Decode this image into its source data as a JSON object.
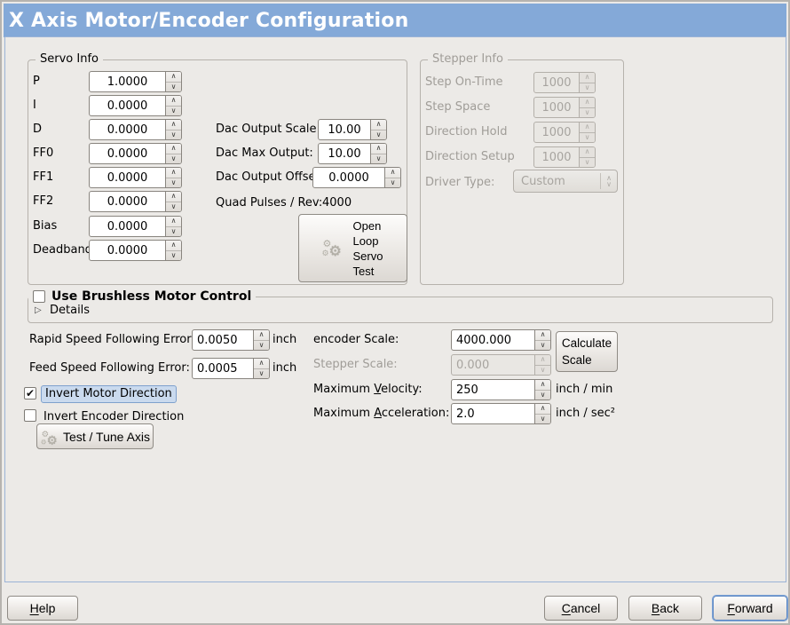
{
  "window": {
    "title": "X Axis Motor/Encoder Configuration"
  },
  "icons": {
    "gear": "⚙",
    "expander": "▷",
    "check": "✔",
    "spin_up": "∧",
    "spin_down": "∨"
  },
  "colors": {
    "titlebar": "#84a9d8",
    "background": "#eceae7",
    "focus_highlight": "#cadaee"
  },
  "servo_info": {
    "title": "Servo Info",
    "fields": [
      {
        "label": "P",
        "value": "1.0000"
      },
      {
        "label": "I",
        "value": "0.0000"
      },
      {
        "label": "D",
        "value": "0.0000"
      },
      {
        "label": "FF0",
        "value": "0.0000"
      },
      {
        "label": "FF1",
        "value": "0.0000"
      },
      {
        "label": "FF2",
        "value": "0.0000"
      },
      {
        "label": "Bias",
        "value": "0.0000"
      },
      {
        "label": "Deadband",
        "value": "0.0000"
      }
    ]
  },
  "dac": {
    "output_scale_label": "Dac Output Scale:",
    "output_scale_value": "10.00",
    "max_output_label": "Dac Max Output:",
    "max_output_value": "10.00",
    "output_offset_label": "Dac Output Offset:",
    "output_offset_value": "0.0000",
    "quad_pulses_label": "Quad Pulses / Rev:",
    "quad_pulses_value": "4000",
    "open_loop_test_label": "Open\nLoop\nServo\nTest"
  },
  "stepper_info": {
    "title": "Stepper Info",
    "fields": [
      {
        "label": "Step On-Time",
        "value": "1000"
      },
      {
        "label": "Step Space",
        "value": "1000"
      },
      {
        "label": "Direction Hold",
        "value": "1000"
      },
      {
        "label": "Direction Setup",
        "value": "1000"
      }
    ],
    "driver_type_label": "Driver Type:",
    "driver_type_value": "Custom"
  },
  "brushless": {
    "checkbox_label": "Use Brushless Motor Control",
    "details_label": "Details"
  },
  "tuning": {
    "rapid_error_label": "Rapid Speed Following Error:",
    "rapid_error_value": "0.0050",
    "rapid_error_unit": "inch",
    "feed_error_label": "Feed Speed Following Error:",
    "feed_error_value": "0.0005",
    "feed_error_unit": "inch",
    "invert_motor_label": "Invert Motor Direction",
    "invert_encoder_label": "Invert Encoder Direction",
    "test_tune_label": "Test / Tune Axis"
  },
  "scale": {
    "encoder_scale_label": "encoder Scale:",
    "encoder_scale_value": "4000.000",
    "calculate_button_label": "Calculate\nScale",
    "stepper_scale_label": "Stepper Scale:",
    "stepper_scale_value": "0.000",
    "max_velocity_label": {
      "pre": "Maximum ",
      "u": "V",
      "post": "elocity:"
    },
    "max_velocity_value": "250",
    "max_velocity_unit": "inch / min",
    "max_accel_label": {
      "pre": "Maximum ",
      "u": "A",
      "post": "cceleration:"
    },
    "max_accel_value": "2.0",
    "max_accel_unit": "inch / sec²"
  },
  "actions": {
    "help": {
      "pre": "",
      "u": "H",
      "post": "elp"
    },
    "cancel": {
      "pre": "",
      "u": "C",
      "post": "ancel"
    },
    "back": {
      "pre": "",
      "u": "B",
      "post": "ack"
    },
    "forward": {
      "pre": "",
      "u": "F",
      "post": "orward"
    }
  }
}
